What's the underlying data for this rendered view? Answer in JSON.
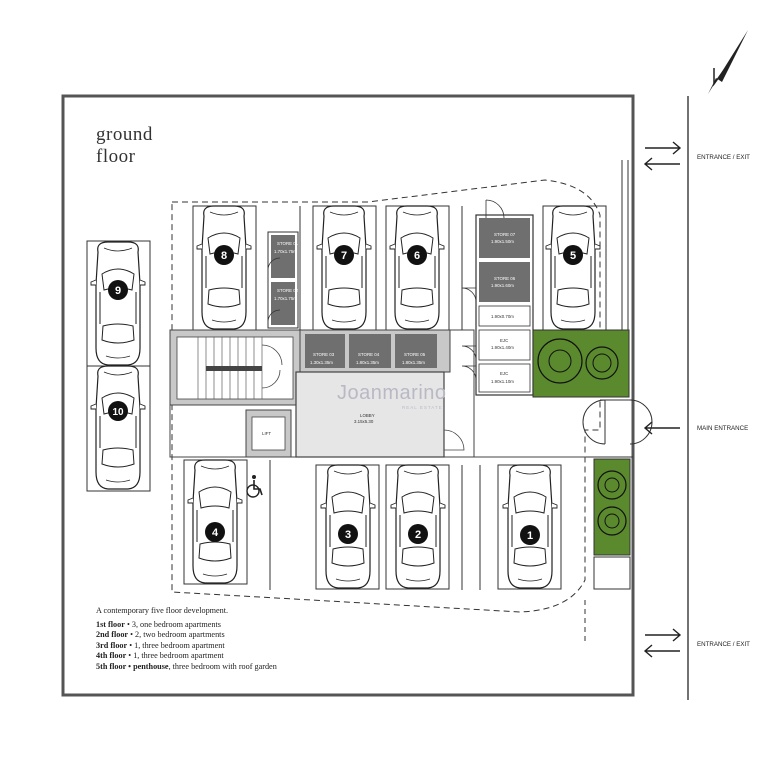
{
  "title_line1": "ground",
  "title_line2": "floor",
  "labels": {
    "entrance_exit_top": "ENTRANCE / EXIT",
    "main_entrance": "MAIN ENTRANCE",
    "entrance_exit_bottom": "ENTRANCE / EXIT"
  },
  "rooms": {
    "store01": "STORE 01",
    "store01_dim": "1.70x1.75m",
    "store02": "STORE 02",
    "store02_dim": "1.70x1.75m",
    "store03": "STORE 03",
    "store03_dim": "1.30x1.35m",
    "store04": "STORE 04",
    "store04_dim": "1.80x1.35m",
    "store05": "STORE 05",
    "store05_dim": "1.80x1.35m",
    "store06": "STORE 06",
    "store06_dim": "1.90x1.60m",
    "store07": "STORE 07",
    "store07_dim": "1.90x1.50m",
    "small_dim": "1.90x0.70m",
    "ejc1": "EJC",
    "ejc1_dim": "1.90x1.40m",
    "ejc2": "EJC",
    "ejc2_dim": "1.90x1.10m",
    "lobby": "LOBBY",
    "lobby_dim": "3.15x5.30",
    "lift": "LIFT"
  },
  "cars": [
    "1",
    "2",
    "3",
    "4",
    "5",
    "6",
    "7",
    "8",
    "9",
    "10"
  ],
  "watermark": "Joanmarino",
  "watermark_sub": "REAL ESTATE",
  "notes": {
    "intro": "A contemporary five floor development.",
    "f1_label": "1st floor",
    "f1_text": " • 3, one bedroom apartments",
    "f2_label": "2nd floor",
    "f2_text": " • 2, two bedroom apartments",
    "f3_label": "3rd floor",
    "f3_text": " • 1, three bedroom apartment",
    "f4_label": "4th floor",
    "f4_text": " • 1, three bedroom apartment",
    "f5_label": "5th floor",
    "f5_bold": " • penthouse",
    "f5_text": ", three bedroom with roof garden"
  },
  "colors": {
    "garden": "#5b8a2e",
    "store": "#6f6f6f",
    "core": "#c8c8c8",
    "line": "#333333"
  }
}
